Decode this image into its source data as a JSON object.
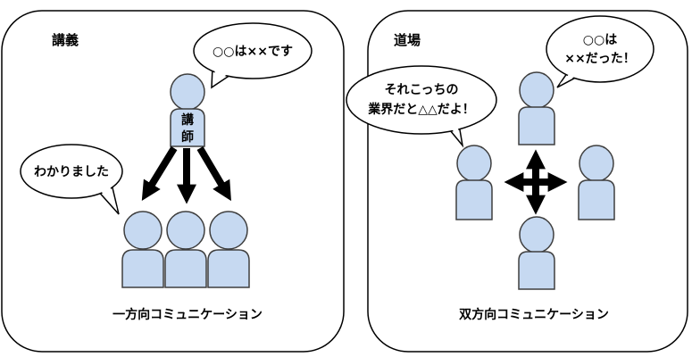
{
  "panels": {
    "lecture": {
      "title": "講義",
      "teacher_bubble": "○○は××です",
      "teacher_label": [
        "講",
        "師"
      ],
      "students_bubble": "わかりました",
      "caption": "一方向コミュニケーション"
    },
    "dojo": {
      "title": "道場",
      "bubble_top_right": [
        "○○は",
        "××だった！"
      ],
      "bubble_left": [
        "それこっちの",
        "業界だと△△だよ！"
      ],
      "caption": "双方向コミュニケーション"
    }
  },
  "colors": {
    "person_fill": "#c6d9f1",
    "person_outline": "#3f3f3f",
    "arrow": "#000000",
    "frame": "#000000"
  }
}
